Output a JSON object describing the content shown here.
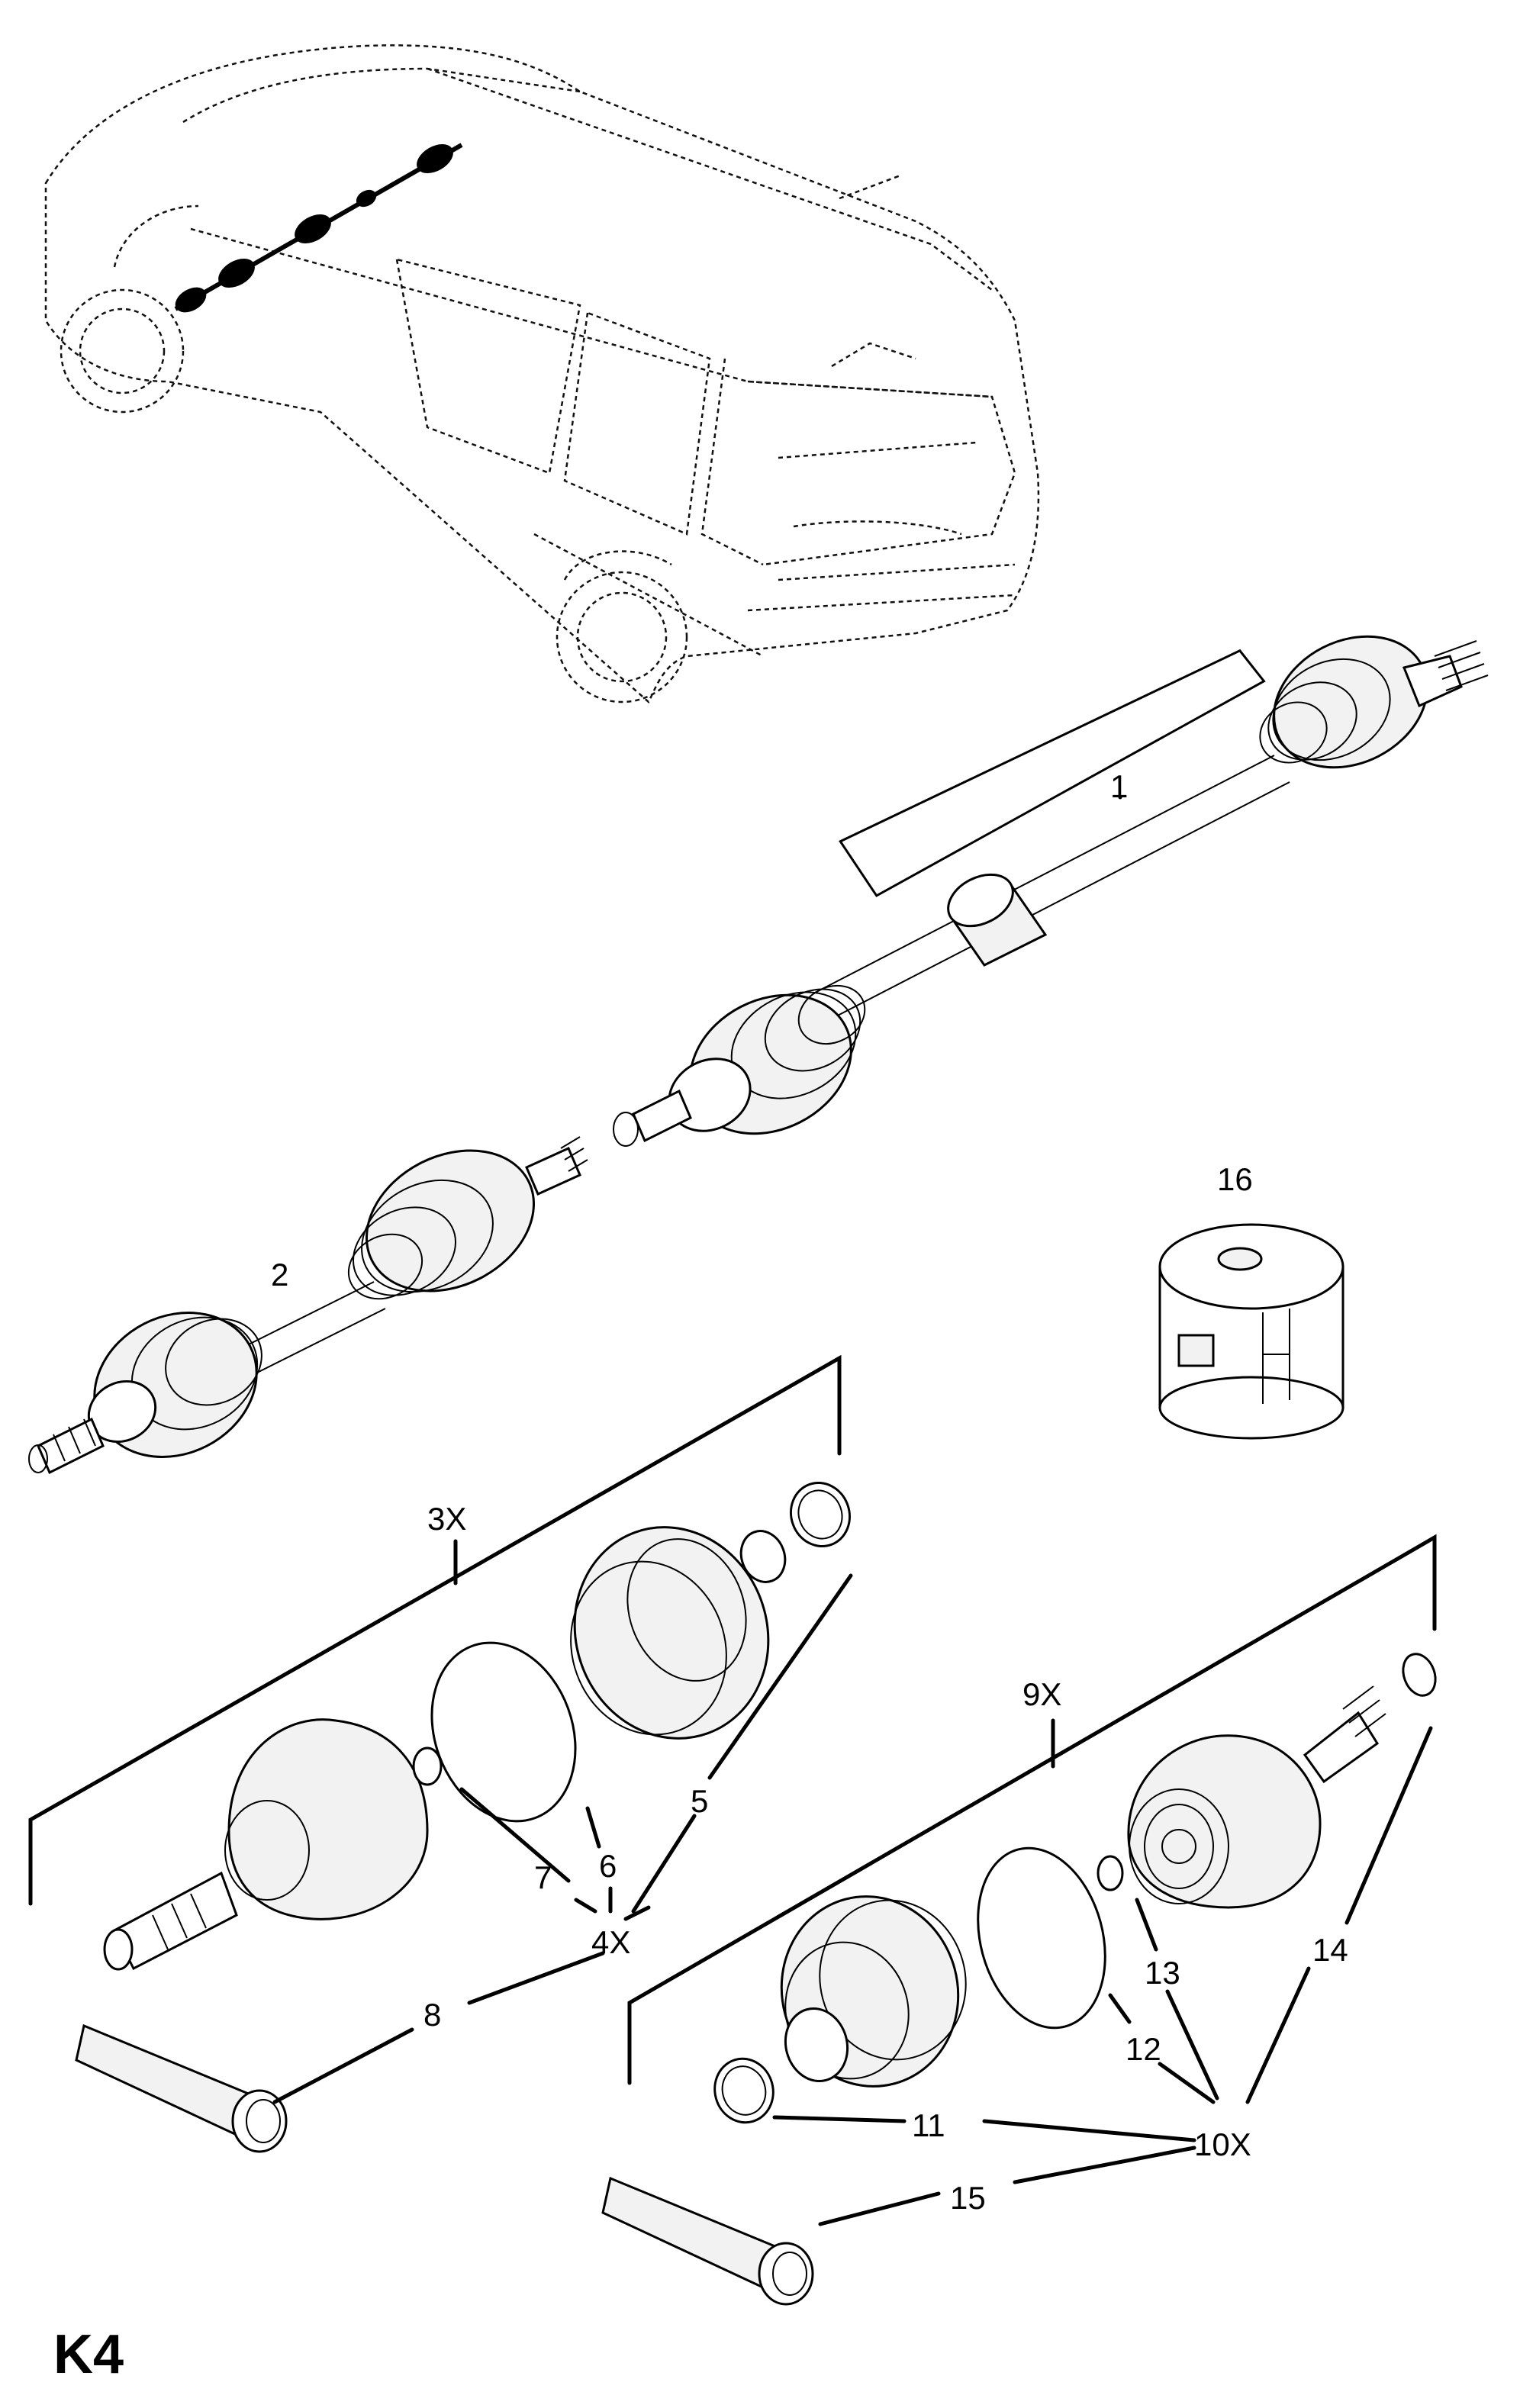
{
  "sheet_code": "K4",
  "callouts": {
    "c1": "1",
    "c2": "2",
    "c3x": "3X",
    "c4x": "4X",
    "c5": "5",
    "c6": "6",
    "c7": "7",
    "c8": "8",
    "c9x": "9X",
    "c10x": "10X",
    "c11": "11",
    "c12": "12",
    "c13": "13",
    "c14": "14",
    "c15": "15",
    "c16": "16"
  }
}
